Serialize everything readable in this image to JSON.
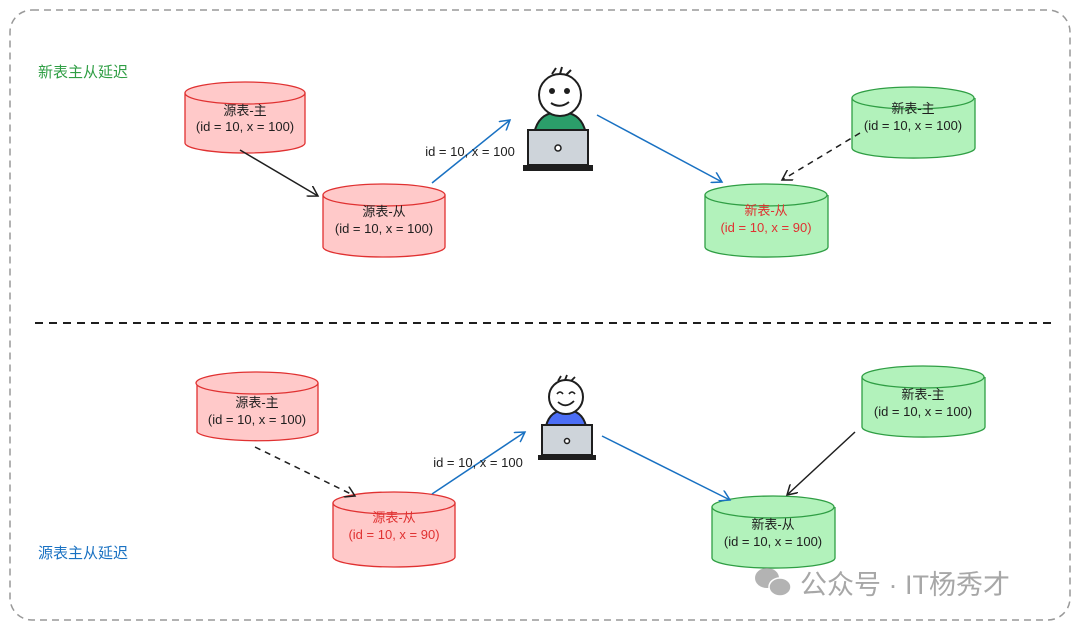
{
  "sections": {
    "new_table_lag": {
      "title": "新表主从延迟",
      "title_color": "#2f9e44",
      "source_master": {
        "name": "源表-主",
        "value": "(id = 10, x = 100)"
      },
      "source_slave": {
        "name": "源表-从",
        "value": "(id = 10, x = 100)"
      },
      "read_label": "id = 10, x = 100",
      "new_master": {
        "name": "新表-主",
        "value": "(id = 10, x = 100)"
      },
      "new_slave": {
        "name": "新表-从",
        "value": "(id = 10, x = 90)"
      }
    },
    "source_table_lag": {
      "title": "源表主从延迟",
      "title_color": "#1971c2",
      "source_master": {
        "name": "源表-主",
        "value": "(id = 10, x = 100)"
      },
      "source_slave": {
        "name": "源表-从",
        "value": "(id = 10, x = 90)"
      },
      "read_label": "id = 10, x = 100",
      "new_master": {
        "name": "新表-主",
        "value": "(id = 10, x = 100)"
      },
      "new_slave": {
        "name": "新表-从",
        "value": "(id = 10, x = 100)"
      }
    }
  },
  "watermark": "公众号 · IT杨秀才",
  "colors": {
    "red_fill": "#ffc9c9",
    "red_stroke": "#e03131",
    "green_fill": "#b2f2bb",
    "green_stroke": "#2f9e44",
    "blue": "#1971c2"
  }
}
